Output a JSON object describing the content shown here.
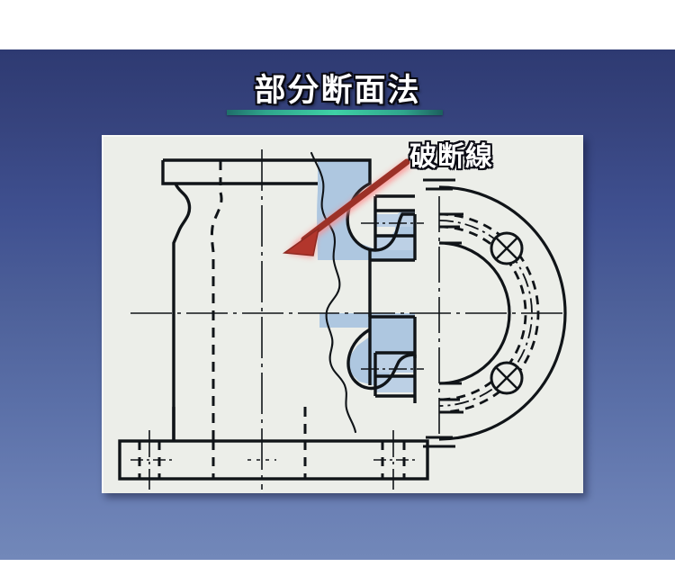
{
  "slide": {
    "title": "部分断面法",
    "title_color": "#ffffff",
    "title_outline_color": "#0a0a14",
    "underline_color": "#3fd0a6",
    "background_top_color": "#2e3a72",
    "background_bottom_color": "#7288b9",
    "panel_color": "#eceee9"
  },
  "callout": {
    "label": "破断線",
    "arrow_color": "#a63028",
    "arrow_glow_color": "#ff8a8a"
  },
  "drawing": {
    "name": "partial-section-technical-drawing",
    "line_color": "#101418",
    "section_fill_color": "#aec7e0",
    "description_parts": [
      "front-view-half-section",
      "break-line-freehand",
      "side-view-half",
      "base-flange"
    ]
  },
  "drawing_elements": {
    "front_view": {
      "name": "front-view",
      "outer_profile": "vessel-body-with-neck",
      "hidden_lines": "dashed-inner-wall",
      "center_line": "dash-dot-vertical",
      "horizontal_center_line": "dash-dot-horizontal"
    },
    "break_line": {
      "name": "break-line",
      "style": "freehand-wavy"
    },
    "side_view": {
      "name": "side-view-half",
      "bolt_holes": 2,
      "bolt_hole_marker": "crossed-circle",
      "bolt_circle": "dash-dot-arc"
    },
    "base_flange": {
      "name": "base-flange",
      "bolt_marks": 2
    }
  }
}
